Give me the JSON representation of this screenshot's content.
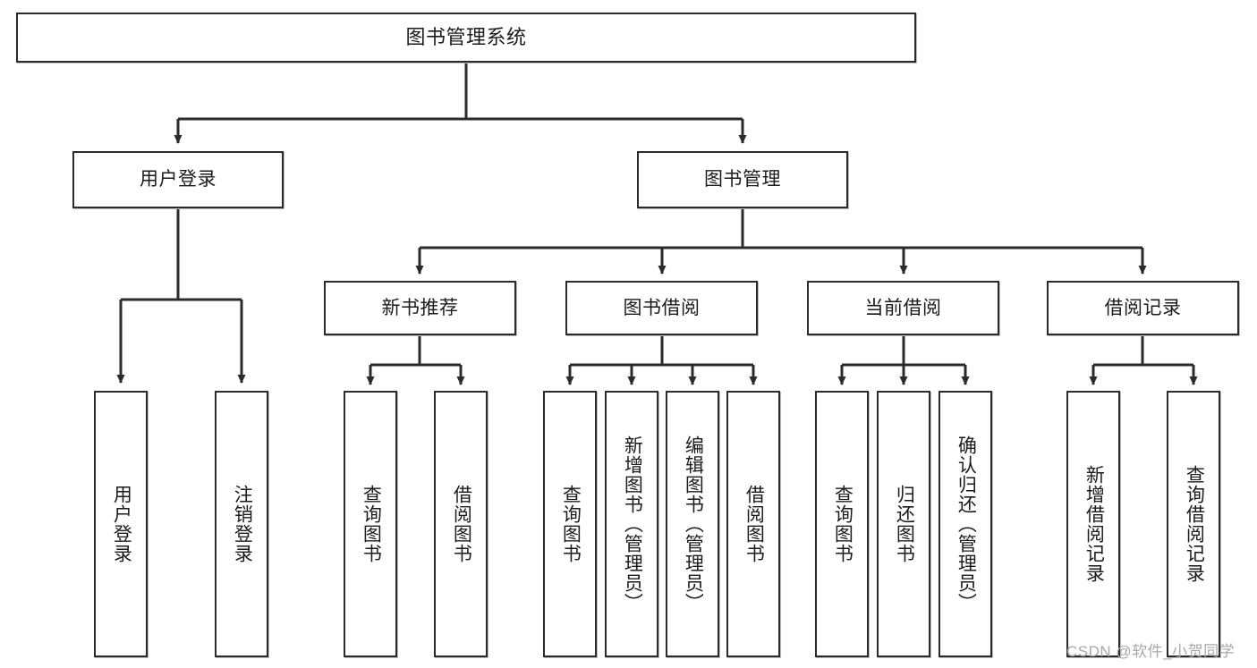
{
  "diagram": {
    "title": "图书管理系统",
    "type": "tree",
    "colors": {
      "box_border": "#2b2b2b",
      "box_fill": "#ffffff",
      "edge": "#2b2b2b",
      "text": "#1b1b1b",
      "watermark": "#a8a8a8"
    },
    "nodes": {
      "root": {
        "label": "图书管理系统"
      },
      "level2": [
        {
          "id": "user-login",
          "label": "用户登录"
        },
        {
          "id": "book-manage",
          "label": "图书管理"
        }
      ],
      "level3": [
        {
          "id": "new-book-recommend",
          "label": "新书推荐"
        },
        {
          "id": "book-borrow",
          "label": "图书借阅"
        },
        {
          "id": "current-borrow",
          "label": "当前借阅"
        },
        {
          "id": "borrow-record",
          "label": "借阅记录"
        }
      ],
      "leaves": {
        "user-login": [
          {
            "id": "leaf-user-login",
            "label": "用户登录"
          },
          {
            "id": "leaf-logout-login",
            "label": "注销登录"
          }
        ],
        "new-book-recommend": [
          {
            "id": "leaf-query-book-1",
            "label": "查询图书"
          },
          {
            "id": "leaf-borrow-book-1",
            "label": "借阅图书"
          }
        ],
        "book-borrow": [
          {
            "id": "leaf-query-book-2",
            "label": "查询图书"
          },
          {
            "id": "leaf-add-book-admin",
            "label": "新增图书（管理员）"
          },
          {
            "id": "leaf-edit-book-admin",
            "label": "编辑图书（管理员）"
          },
          {
            "id": "leaf-borrow-book-2",
            "label": "借阅图书"
          }
        ],
        "current-borrow": [
          {
            "id": "leaf-query-book-3",
            "label": "查询图书"
          },
          {
            "id": "leaf-return-book",
            "label": "归还图书"
          },
          {
            "id": "leaf-confirm-return-admin",
            "label": "确认归还（管理员）"
          }
        ],
        "borrow-record": [
          {
            "id": "leaf-add-borrow-record",
            "label": "新增借阅记录"
          },
          {
            "id": "leaf-query-borrow-record",
            "label": "查询借阅记录"
          }
        ]
      }
    },
    "watermark": "CSDN @软件_小贺同学"
  }
}
